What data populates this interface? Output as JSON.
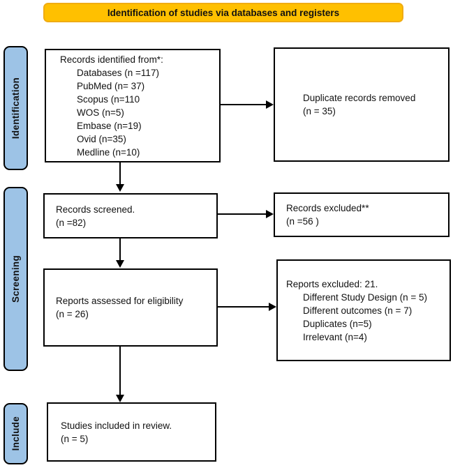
{
  "banner": {
    "label": "Identification of studies via databases and registers"
  },
  "stages": [
    {
      "label": "Identification"
    },
    {
      "label": "Screening"
    },
    {
      "label": "Include"
    }
  ],
  "boxes": {
    "records_identified": {
      "line1": "Records identified from*:",
      "items": [
        "Databases (n =117)",
        "PubMed (n= 37)",
        "Scopus (n=110",
        "WOS (n=5)",
        "Embase (n=19)",
        "Ovid (n=35)",
        "Medline (n=10)"
      ]
    },
    "duplicates_removed": {
      "line1": "Duplicate records removed",
      "line2": "(n = 35)"
    },
    "records_screened": {
      "line1": "Records screened.",
      "line2": "(n =82)"
    },
    "records_excluded": {
      "line1": "Records excluded**",
      "line2": "(n =56 )"
    },
    "reports_assessed": {
      "line1": "Reports assessed for eligibility",
      "line2": "(n = 26)"
    },
    "reports_excluded": {
      "line1": "Reports excluded: 21.",
      "items": [
        "Different Study Design (n = 5)",
        "Different outcomes (n = 7)",
        "Duplicates (n=5)",
        "Irrelevant (n=4)"
      ]
    },
    "studies_included": {
      "line1": "Studies included in review.",
      "line2": "(n = 5)"
    }
  },
  "colors": {
    "banner_fill": "#FFC000",
    "stage_fill": "#9DC3E6",
    "box_border": "#000000"
  }
}
